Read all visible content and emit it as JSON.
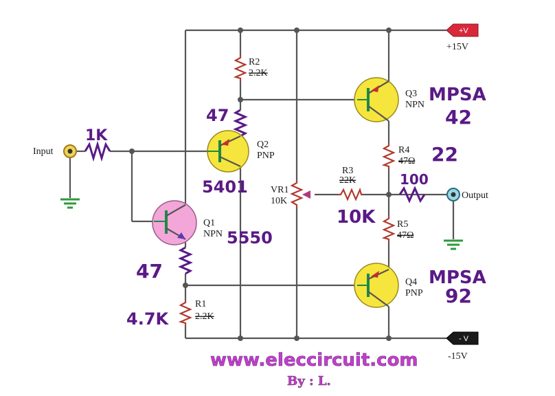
{
  "labels": {
    "input": "Input",
    "output": "Output",
    "vplus_rail": "+15V",
    "vminus_rail": "-15V",
    "vplus_tag": "+V",
    "vminus_tag": "- V",
    "r1_name": "R1",
    "r1_value": "2.2K",
    "r2_name": "R2",
    "r2_value": "2.2K",
    "r3_name": "R3",
    "r3_value": "22K",
    "r4_name": "R4",
    "r4_value": "47Ω",
    "r5_name": "R5",
    "r5_value": "47Ω",
    "vr1_name": "VR1",
    "vr1_value": "10K",
    "q1_name": "Q1",
    "q1_type": "NPN",
    "q2_name": "Q2",
    "q2_type": "PNP",
    "q3_name": "Q3",
    "q3_type": "NPN",
    "q4_name": "Q4",
    "q4_type": "PNP"
  },
  "handwritten": {
    "input_res": "1K",
    "q2_emitter_res": "47",
    "q2_part": "5401",
    "q1_part": "5550",
    "q1_emitter_res": "47",
    "r1_new": "4.7K",
    "q3_part_a": "MPSA",
    "q3_part_b": "42",
    "r4_new": "22",
    "r3_new": "10K",
    "output_res": "100",
    "q4_part_a": "MPSA",
    "q4_part_b": "92"
  },
  "footer": {
    "website": "www.eleccircuit.com",
    "author": "By : L."
  },
  "colors": {
    "wire": "#555555",
    "resistor": "#b03a2e",
    "npn_q1_fill": "#f3a6d8",
    "transistor_fill": "#f6e53c",
    "rail_plus": "#d8283a",
    "rail_minus": "#1a1a1a",
    "jack": "#c8a21a",
    "ground": "#2d9a3a",
    "handwriting": "#5a1a86",
    "brand": "#c43fc9"
  }
}
